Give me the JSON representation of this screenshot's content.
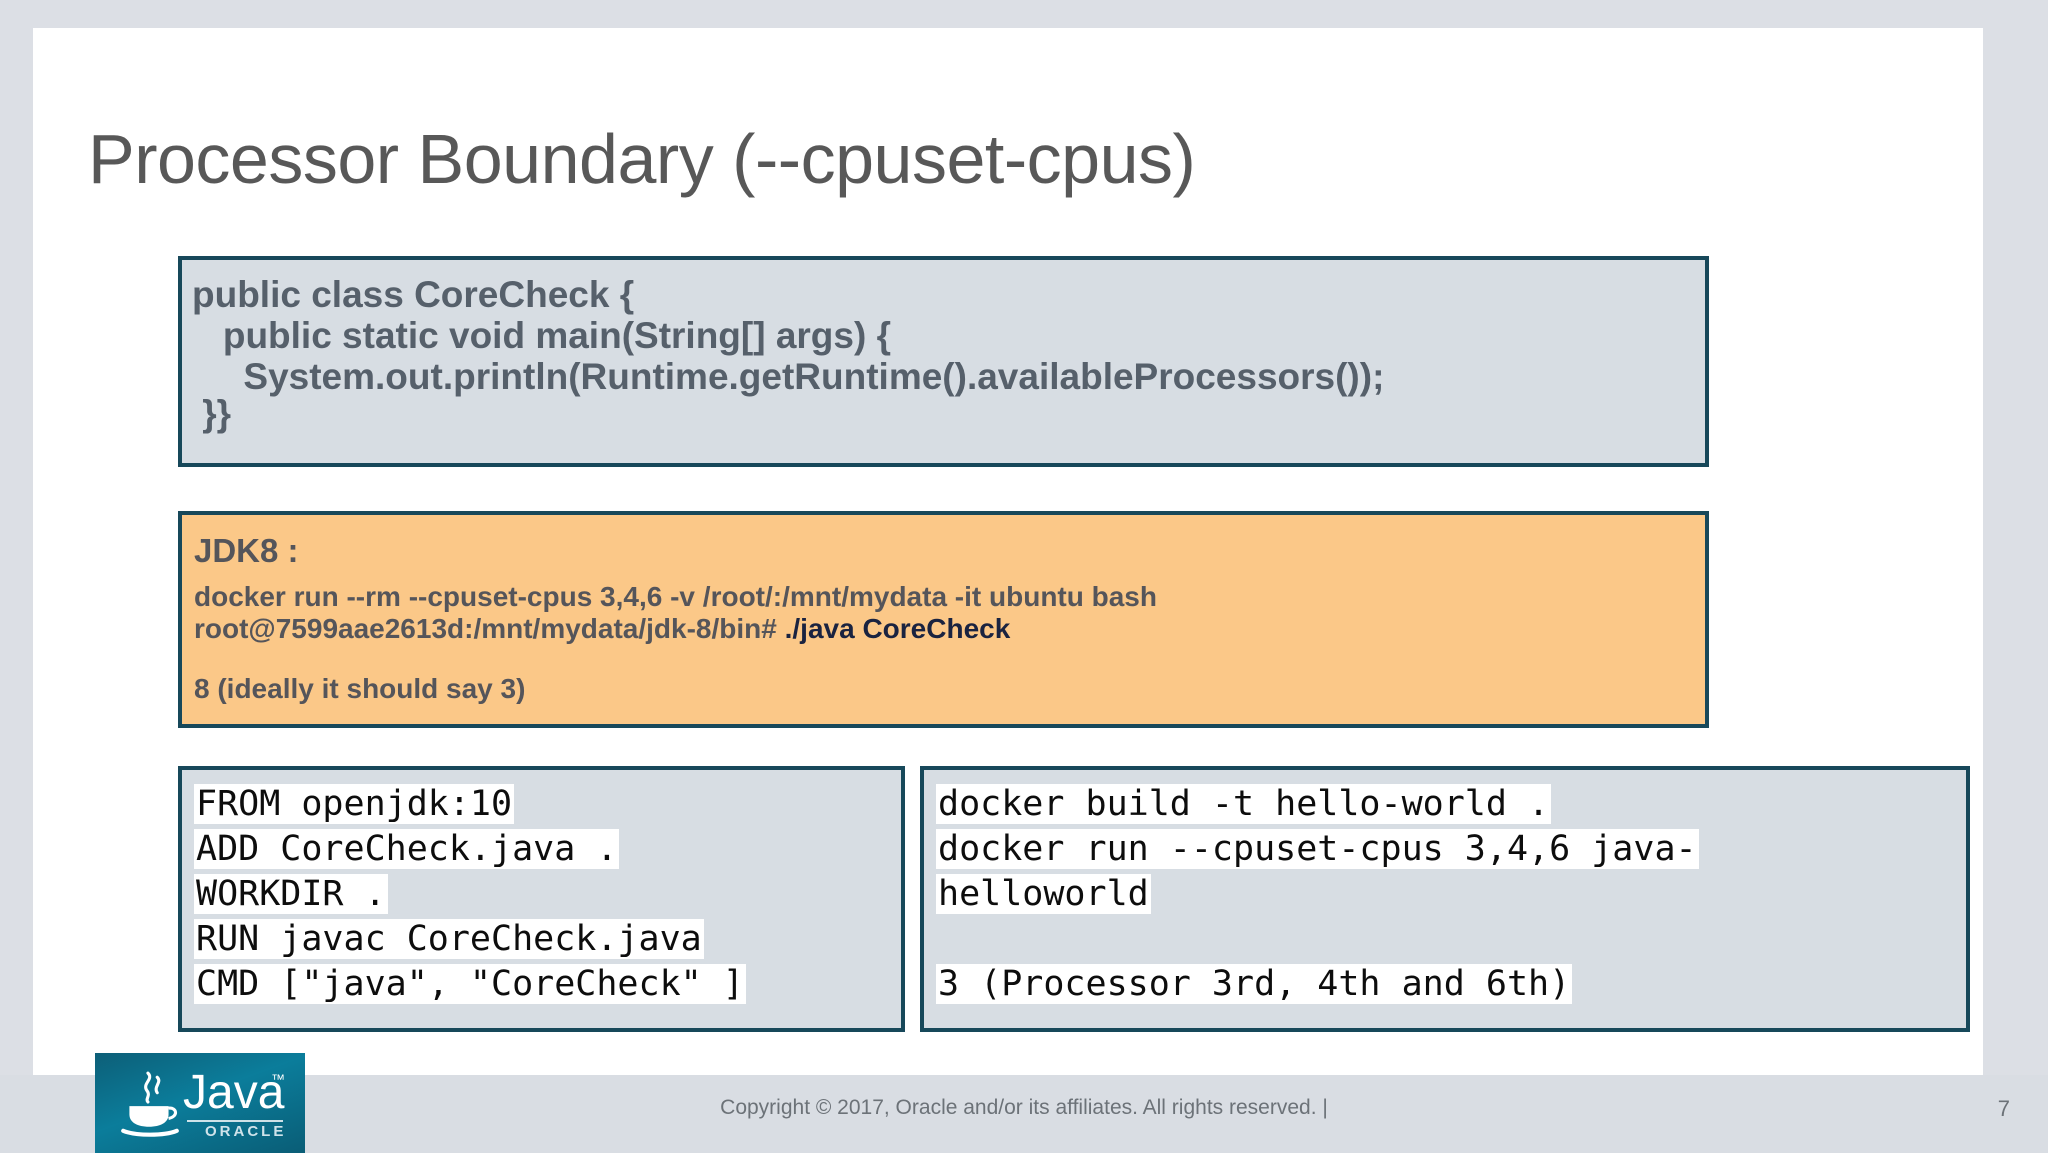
{
  "slide": {
    "title": "Processor Boundary (--cpuset-cpus)",
    "page_number": "7",
    "colors": {
      "page_background": "#dcdfe5",
      "slide_background": "#ffffff",
      "box_border": "#17485a",
      "code_box_fill": "#d7dde3",
      "orange_box_fill": "#fbc888",
      "title_text": "#585858",
      "code_text": "#56606b",
      "mono_text": "#0d0d0d",
      "highlight": "#ffffff",
      "footer_band": "#d9dde3",
      "java_logo_teal": "#0b7d9b"
    }
  },
  "java_code_box": {
    "lines": [
      "public class CoreCheck {",
      "   public static void main(String[] args) {",
      "     System.out.println(Runtime.getRuntime().availableProcessors());",
      " }}"
    ]
  },
  "jdk8_box": {
    "heading": "JDK8 :",
    "command": "docker run --rm --cpuset-cpus 3,4,6 -v /root/:/mnt/mydata -it ubuntu bash",
    "prompt_host": "root@7599aae2613d:/mnt/mydata/jdk-8/bin# ",
    "prompt_command": "./java CoreCheck",
    "output": "8 (ideally it should say 3)"
  },
  "dockerfile_box": {
    "lines": [
      "FROM openjdk:10",
      "ADD CoreCheck.java .",
      "WORKDIR .",
      "RUN javac CoreCheck.java",
      "CMD [\"java\", \"CoreCheck\" ]"
    ]
  },
  "docker_command_box": {
    "lines": [
      "docker build -t hello-world .",
      "docker run --cpuset-cpus 3,4,6 java-",
      "helloworld"
    ],
    "output": "3 (Processor 3rd, 4th and 6th)"
  },
  "footer": {
    "copyright": "Copyright © 2017, Oracle and/or its affiliates. All rights reserved.  |",
    "logo_wordmark": "Java",
    "logo_tm": "™",
    "logo_sub": "ORACLE"
  }
}
